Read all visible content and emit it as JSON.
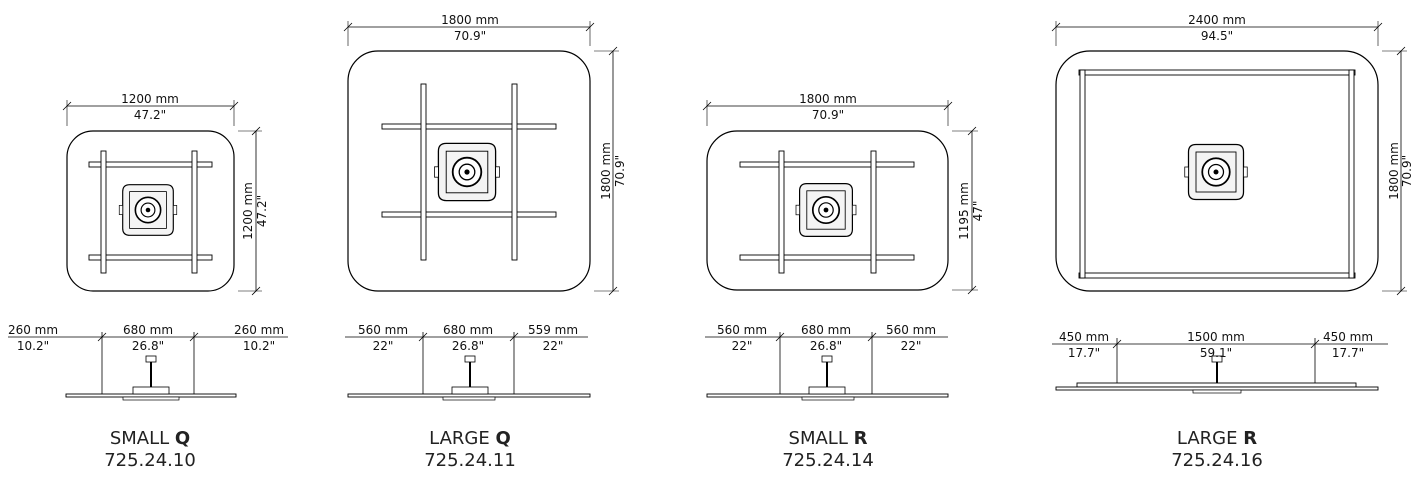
{
  "products": [
    {
      "size": "SMALL",
      "shape": "Q",
      "code": "725.24.10",
      "width_mm": "1200 mm",
      "width_in": "47.2\"",
      "depth_mm": "1200 mm",
      "depth_in": "47.2\"",
      "side_left_mm": "260 mm",
      "side_left_in": "10.2\"",
      "center_mm": "680 mm",
      "center_in": "26.8\"",
      "side_right_mm": "260 mm",
      "side_right_in": "10.2\""
    },
    {
      "size": "LARGE",
      "shape": "Q",
      "code": "725.24.11",
      "width_mm": "1800 mm",
      "width_in": "70.9\"",
      "depth_mm": "1800 mm",
      "depth_in": "70.9\"",
      "side_left_mm": "560 mm",
      "side_left_in": "22\"",
      "center_mm": "680 mm",
      "center_in": "26.8\"",
      "side_right_mm": "559 mm",
      "side_right_in": "22\""
    },
    {
      "size": "SMALL",
      "shape": "R",
      "code": "725.24.14",
      "width_mm": "1800 mm",
      "width_in": "70.9\"",
      "depth_mm": "1195 mm",
      "depth_in": "47\"",
      "side_left_mm": "560 mm",
      "side_left_in": "22\"",
      "center_mm": "680 mm",
      "center_in": "26.8\"",
      "side_right_mm": "560 mm",
      "side_right_in": "22\""
    },
    {
      "size": "LARGE",
      "shape": "R",
      "code": "725.24.16",
      "width_mm": "2400 mm",
      "width_in": "94.5\"",
      "depth_mm": "1800 mm",
      "depth_in": "70.9\"",
      "side_left_mm": "450 mm",
      "side_left_in": "17.7\"",
      "center_mm": "1500 mm",
      "center_in": "59.1\"",
      "side_right_mm": "450 mm",
      "side_right_in": "17.7\""
    }
  ]
}
